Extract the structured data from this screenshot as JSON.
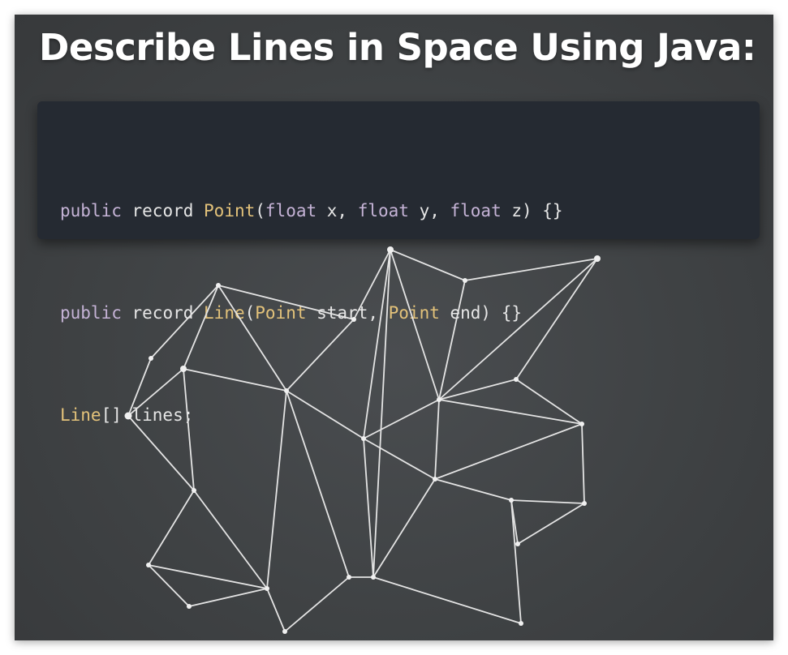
{
  "slide": {
    "title": "Describe Lines in Space Using Java:"
  },
  "code": {
    "line1": [
      {
        "t": "public",
        "c": "kw"
      },
      {
        "t": " ",
        "c": "pl"
      },
      {
        "t": "record",
        "c": "pl"
      },
      {
        "t": " ",
        "c": "pl"
      },
      {
        "t": "Point",
        "c": "ty"
      },
      {
        "t": "(",
        "c": "pl"
      },
      {
        "t": "float",
        "c": "kw"
      },
      {
        "t": " x, ",
        "c": "pl"
      },
      {
        "t": "float",
        "c": "kw"
      },
      {
        "t": " y, ",
        "c": "pl"
      },
      {
        "t": "float",
        "c": "kw"
      },
      {
        "t": " z) {}",
        "c": "pl"
      }
    ],
    "line2": [
      {
        "t": "public",
        "c": "kw"
      },
      {
        "t": " ",
        "c": "pl"
      },
      {
        "t": "record",
        "c": "pl"
      },
      {
        "t": " ",
        "c": "pl"
      },
      {
        "t": "Line",
        "c": "ty"
      },
      {
        "t": "(",
        "c": "pl"
      },
      {
        "t": "Point",
        "c": "ty"
      },
      {
        "t": " start, ",
        "c": "pl"
      },
      {
        "t": "Point",
        "c": "ty"
      },
      {
        "t": " end) {}",
        "c": "pl"
      }
    ],
    "line3": [
      {
        "t": "Line",
        "c": "ty"
      },
      {
        "t": "[] lines;",
        "c": "pl"
      }
    ]
  },
  "colors": {
    "background": "#404345",
    "code_background": "#252a32",
    "keyword": "#c5b3d6",
    "type": "#e3c27a",
    "plain": "#e6e6e6",
    "mesh_line": "#e4e4e4"
  }
}
